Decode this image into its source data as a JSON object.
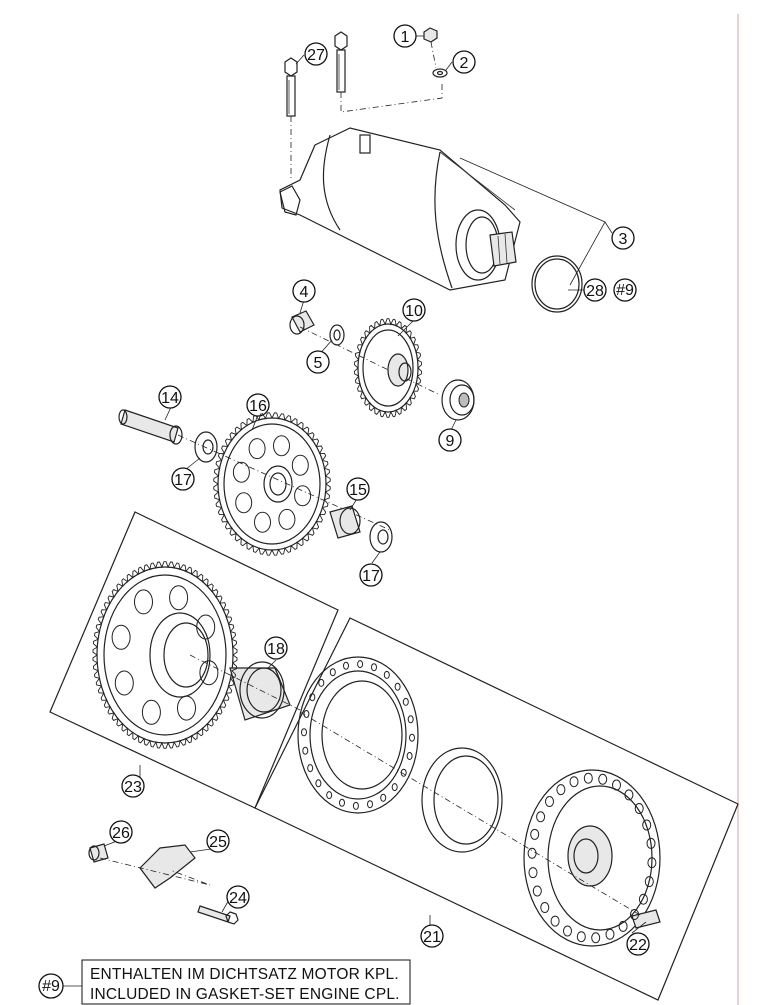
{
  "diagram": {
    "callouts": [
      {
        "id": "1",
        "label": "1"
      },
      {
        "id": "2",
        "label": "2"
      },
      {
        "id": "3",
        "label": "3"
      },
      {
        "id": "4",
        "label": "4"
      },
      {
        "id": "5",
        "label": "5"
      },
      {
        "id": "9",
        "label": "9"
      },
      {
        "id": "10",
        "label": "10"
      },
      {
        "id": "14",
        "label": "14"
      },
      {
        "id": "15",
        "label": "15"
      },
      {
        "id": "16",
        "label": "16"
      },
      {
        "id": "17a",
        "label": "17"
      },
      {
        "id": "17b",
        "label": "17"
      },
      {
        "id": "18",
        "label": "18"
      },
      {
        "id": "21",
        "label": "21"
      },
      {
        "id": "22",
        "label": "22"
      },
      {
        "id": "23",
        "label": "23"
      },
      {
        "id": "24",
        "label": "24"
      },
      {
        "id": "25",
        "label": "25"
      },
      {
        "id": "26",
        "label": "26"
      },
      {
        "id": "27",
        "label": "27"
      },
      {
        "id": "28",
        "label": "28"
      },
      {
        "id": "9ref",
        "label": "#9"
      }
    ],
    "note": {
      "ref": "#9",
      "line1": "ENTHALTEN IM DICHTSATZ MOTOR KPL.",
      "line2": "INCLUDED IN GASKET-SET ENGINE CPL."
    }
  }
}
